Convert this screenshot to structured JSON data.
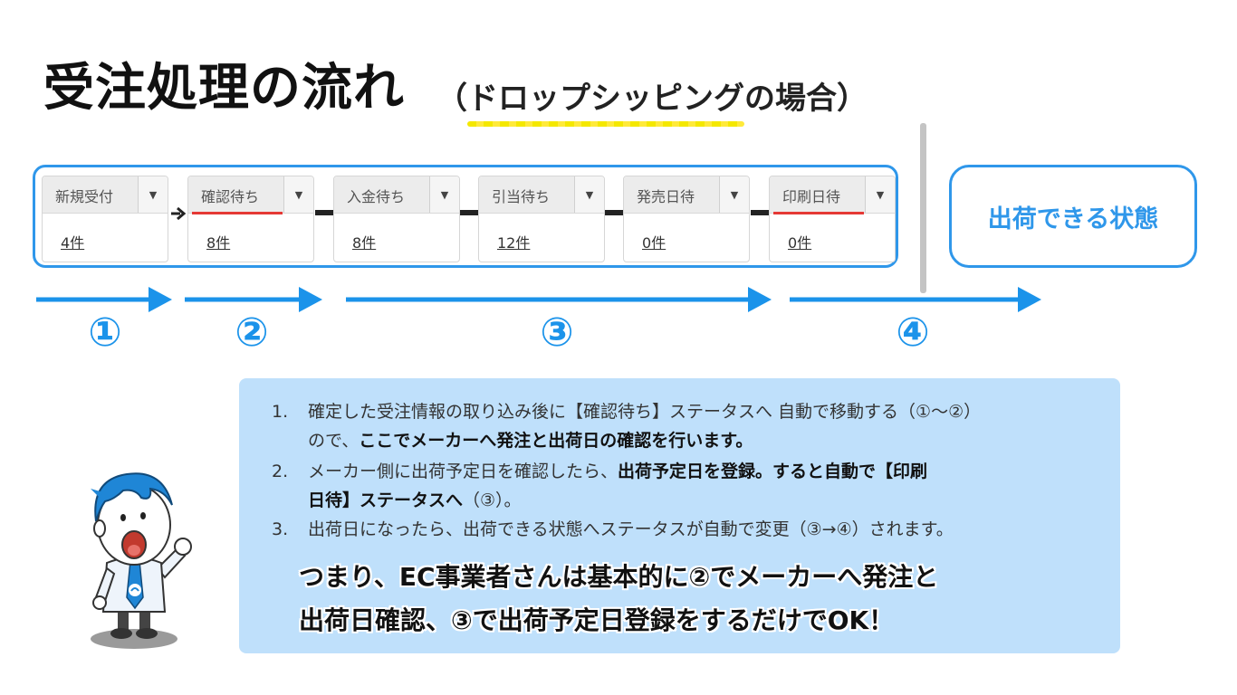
{
  "header": {
    "title": "受注処理の流れ",
    "subtitle_open": "（",
    "subtitle_highlight": "ドロップシッピング",
    "subtitle_rest": "の場合）"
  },
  "statuses": [
    {
      "label": "新規受付",
      "count": "4件"
    },
    {
      "label": "確認待ち",
      "count": "8件"
    },
    {
      "label": "入金待ち",
      "count": "8件"
    },
    {
      "label": "引当待ち",
      "count": "12件"
    },
    {
      "label": "発売日待",
      "count": "0件"
    },
    {
      "label": "印刷日待",
      "count": "0件"
    }
  ],
  "dropdown_icon": "▼",
  "ready_label": "出荷できる状態",
  "steps": [
    "①",
    "②",
    "③",
    "④"
  ],
  "notes": {
    "n1_num": "1.",
    "n1_line1": "確定した受注情報の取り込み後に【確認待ち】ステータスへ 自動で移動する（①～②）",
    "n1_line2_plain": "ので、",
    "n1_line2_bold": "ここでメーカーへ発注と出荷日の確認を行います。",
    "n2_num": "2.",
    "n2_line1_plain": "メーカー側に出荷予定日を確認したら、",
    "n2_line1_bold": "出荷予定日を登録。すると自動で【印刷",
    "n2_line2_bold": "日待】ステータスへ",
    "n2_line2_plain": "（③）。",
    "n3_num": "3.",
    "n3_line1": "出荷日になったら、出荷できる状態へステータスが自動で変更（③→④）されます。"
  },
  "summary": {
    "line1": "つまり、EC事業者さんは基本的に②でメーカーへ発注と",
    "line2": "出荷日確認、③で出荷予定日登録をするだけでOK！"
  },
  "colors": {
    "accent": "#2f97ea",
    "step": "#1b93ea",
    "info_bg": "#bfe0fb",
    "highlight": "#f4e800",
    "alert_line": "#e53935"
  },
  "icons": {
    "dropdown": "chevron-down-icon",
    "mascot": "mascot-character-icon"
  }
}
